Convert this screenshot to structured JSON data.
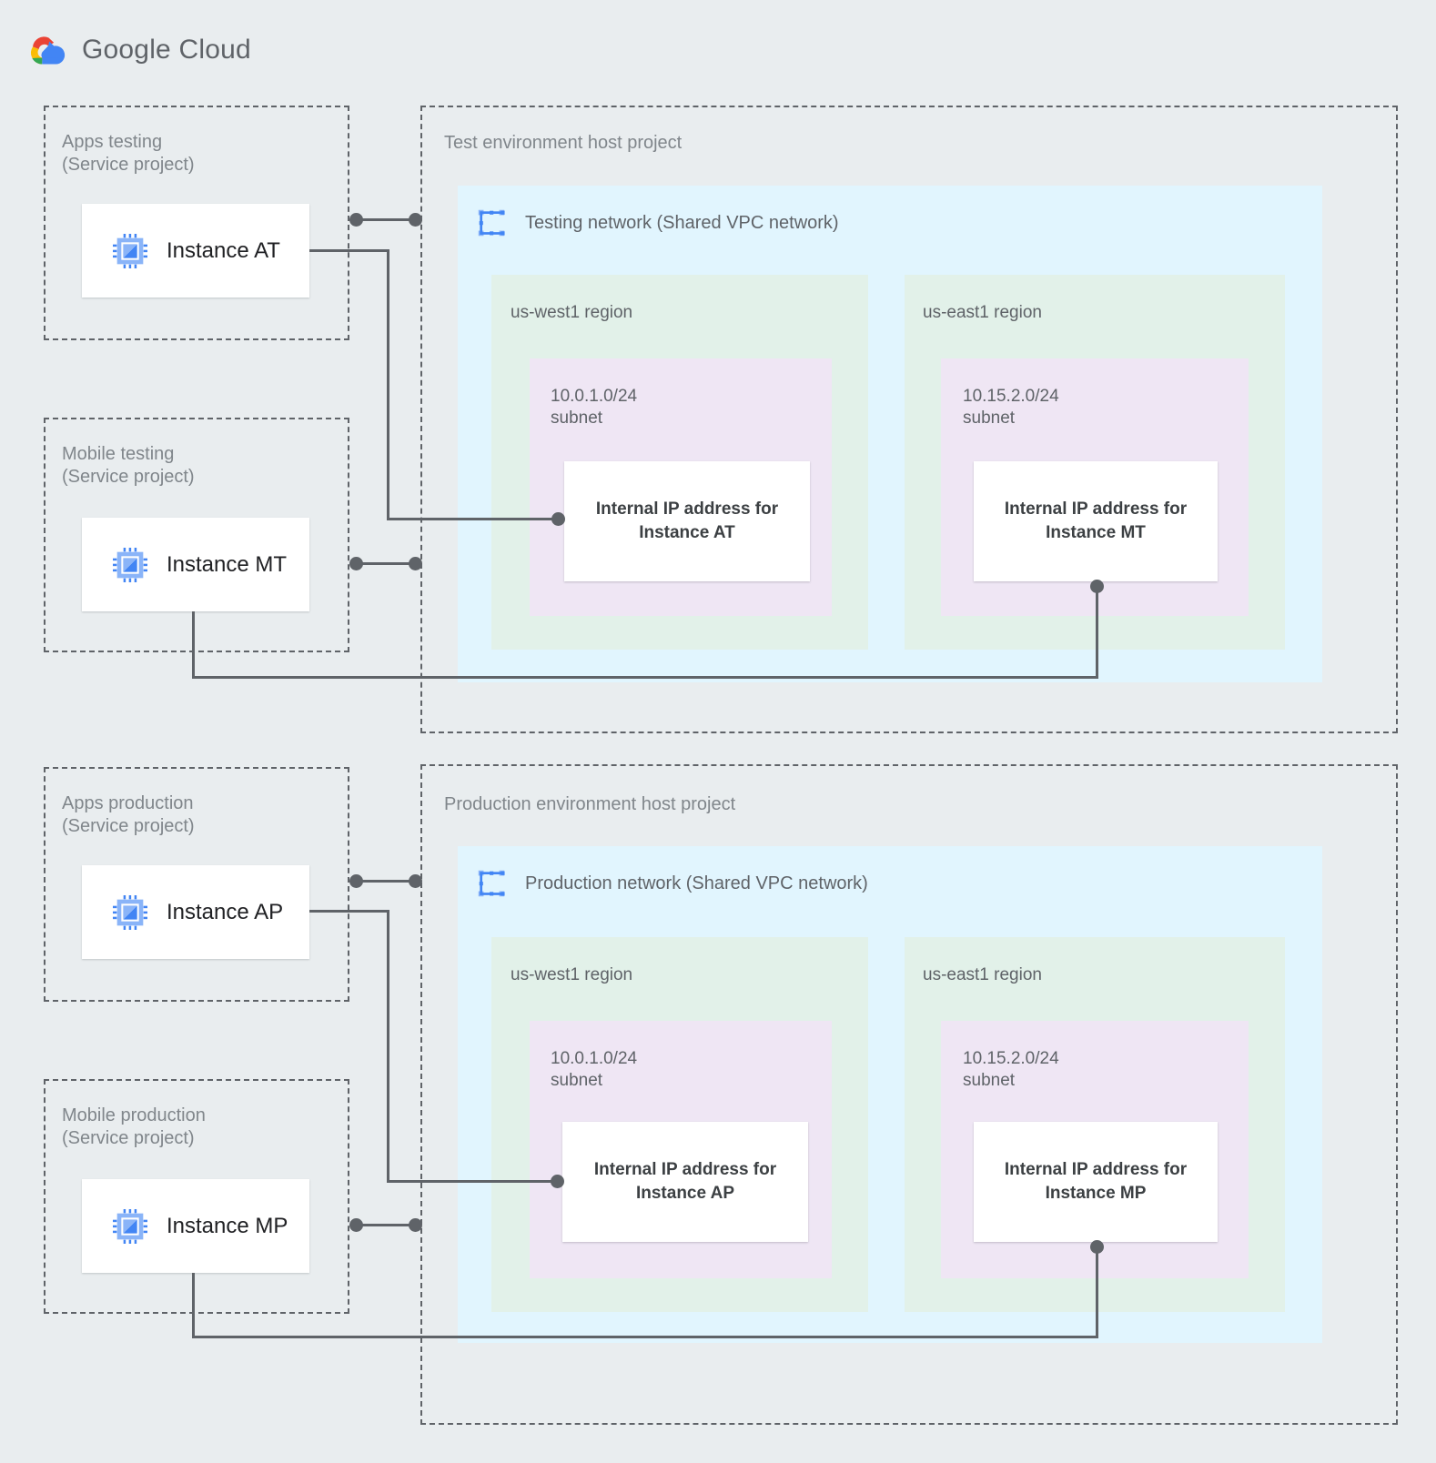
{
  "brand": {
    "name_part1": "Google",
    "name_part2": "Cloud",
    "logo_icon": "google-cloud-logo",
    "colors": {
      "red": "#EA4335",
      "yellow": "#FBBC04",
      "green": "#34A853",
      "blue": "#4285F4",
      "text": "#5F6368"
    }
  },
  "palette": {
    "page_background": "#e9edef",
    "network_fill": "#e1f5fe",
    "region_fill": "#e2f1e9",
    "subnet_fill": "#efe6f4",
    "card_fill": "#ffffff",
    "connector": "#5f6368",
    "dashed_border": "#5f6368",
    "label_text": "#80868b",
    "instance_icon_blue": "#4285f4"
  },
  "environments": [
    {
      "id": "test",
      "host_project_title": "Test environment host project",
      "network": {
        "label": "Testing network (Shared VPC network)",
        "icon": "vpc-network-icon"
      },
      "regions": [
        {
          "name": "us-west1 region",
          "subnet": {
            "cidr": "10.0.1.0/24",
            "type": "subnet",
            "ip_card": "Internal IP address for\nInstance AT"
          }
        },
        {
          "name": "us-east1 region",
          "subnet": {
            "cidr": "10.15.2.0/24",
            "type": "subnet",
            "ip_card": "Internal IP address for\nInstance MT"
          }
        }
      ],
      "service_projects": [
        {
          "title": "Apps testing\n(Service project)",
          "instance": {
            "label": "Instance AT",
            "icon": "compute-instance-icon"
          }
        },
        {
          "title": "Mobile testing\n(Service project)",
          "instance": {
            "label": "Instance MT",
            "icon": "compute-instance-icon"
          }
        }
      ]
    },
    {
      "id": "production",
      "host_project_title": "Production environment host project",
      "network": {
        "label": "Production network (Shared VPC network)",
        "icon": "vpc-network-icon"
      },
      "regions": [
        {
          "name": "us-west1 region",
          "subnet": {
            "cidr": "10.0.1.0/24",
            "type": "subnet",
            "ip_card": "Internal IP address for\nInstance AP"
          }
        },
        {
          "name": "us-east1 region",
          "subnet": {
            "cidr": "10.15.2.0/24",
            "type": "subnet",
            "ip_card": "Internal IP address for\nInstance MP"
          }
        }
      ],
      "service_projects": [
        {
          "title": "Apps production\n(Service project)",
          "instance": {
            "label": "Instance AP",
            "icon": "compute-instance-icon"
          }
        },
        {
          "title": "Mobile production\n(Service project)",
          "instance": {
            "label": "Instance MP",
            "icon": "compute-instance-icon"
          }
        }
      ]
    }
  ]
}
